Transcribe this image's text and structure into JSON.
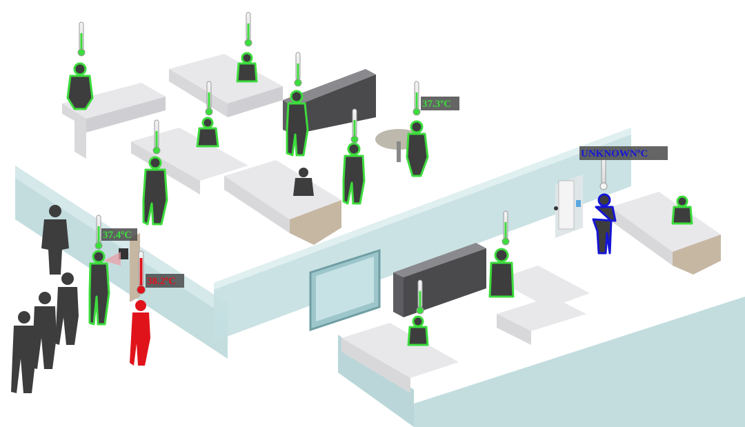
{
  "readings": {
    "entrance_normal": "37.4ºC",
    "entrance_fever": "38.2ºC",
    "lounge": "37.3ºC",
    "unknown": "UNKNOWNºC"
  },
  "colors": {
    "normal": "#3ddc3d",
    "fever": "#e0131b",
    "unknown": "#1515d6",
    "silhouette": "#3d3d3d",
    "glass": "#b9d7d9",
    "desk": "#e9e9ec"
  }
}
